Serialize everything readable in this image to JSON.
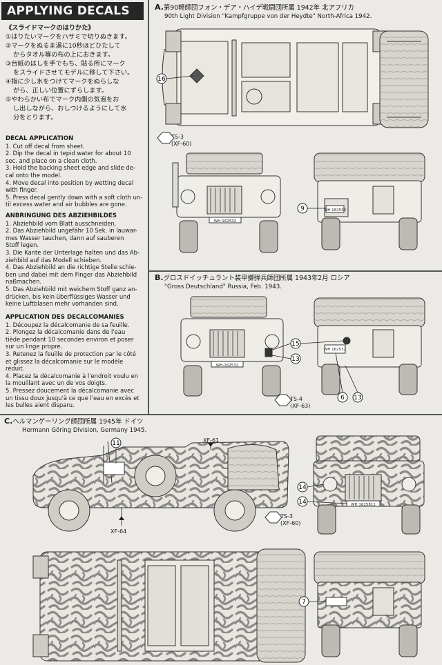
{
  "left": {
    "banner": "APPLYING DECALS",
    "jp": {
      "title": "《スライドマークのはりかた》",
      "lines": [
        "①はりたいマークをハサミで切りぬきます。",
        "②マークをぬるま湯に10秒ほどひたして",
        "からタオル等の布の上におきます。",
        "③台紙のはしを手でもち、貼る所にマーク",
        "をスライドさせてモデルに移して下さい。",
        "④指に少し水をつけてマークをぬらしな",
        "がら、正しい位置にずらします。",
        "⑤やわらかい布でマーク内側の気泡をお",
        "し出しながら、おしつけるようにして水",
        "分をとります。"
      ]
    },
    "en": {
      "title": "DECAL APPLICATION",
      "lines": [
        "1. Cut off decal from sheet.",
        "2. Dip the decal in tepid water for about 10",
        "sec. and place on a clean cloth.",
        "3. Hold the backing sheet edge and slide de-",
        "cal onto the model.",
        "4. Move decal into position by wetting decal",
        "with finger.",
        "5. Press decal gently down with a soft cloth un-",
        "til excess water and air bubbles are gone."
      ]
    },
    "de": {
      "title": "ANBRINGUNG DES ABZIEHBILDES",
      "lines": [
        "1. Abziehbild vom Blatt ausschneiden.",
        "2. Das Abziehbild ungefähr 10 Sek. in lauwar-",
        "mes Wasser tauchen, dann auf sauberen",
        "Stoff legen.",
        "3. Die Kante der Unterlage halten und das Ab-",
        "ziehbild auf das Modell schieben.",
        "4. Das Abziehbild an die richtige Stelle schie-",
        "ben und dabei mit dem Finger das Abziehbild",
        "naßmachen.",
        "5. Das Abziehbild mit weichem Stoff ganz an-",
        "drücken, bis kein überflüssiges Wasser und",
        "keine Luftblasen mehr vorhanden sind."
      ]
    },
    "fr": {
      "title": "APPLICATION DES DECALCOMANIES",
      "lines": [
        "1. Découpez la décalcomanie de sa feuille.",
        "2. Plongez la décalcomanie dans de l'eau",
        "tiède pendant 10 secondes environ et poser",
        "sur un linge propre.",
        "3. Retenez la feuille de protection par le côté",
        "et glissez la décalcomanie sur le modèle",
        "réduit.",
        "4. Placez la décalcomanie à l'endroit voulu en",
        "la mouillant avec un de vos doigts.",
        "5. Pressez doucement la décalcomanie avec",
        "un tissu doux jusqu'à ce que l'eau en excès et",
        "les bulles aient disparu."
      ]
    }
  },
  "sectionA": {
    "label": "A.",
    "jp": "第90軽師団フォン・デア・ハイデ戦闘団所属 1942年 北アフリカ",
    "en": "90th Light Division \"Kampfgruppe von der Heydte\" North-Africa 1942.",
    "color_code": "TS-3",
    "color_sub": "(XF-60)",
    "callout_top": "16",
    "callout_rear": "9",
    "plate_front": "WH-162532",
    "plate_rear": "WH 162532"
  },
  "sectionB": {
    "label": "B.",
    "jp": "グロスドイッチュラント装甲擲弾兵師団所属 1943年2月 ロシア",
    "en": "\"Gross Deutschland\" Russia, Feb. 1943.",
    "color_code": "TS-4",
    "color_sub": "(XF-63)",
    "callout_a": "15",
    "callout_b": "13",
    "callout_c": "6",
    "callout_d": "13",
    "plate_front": "WH-162532",
    "plate_rear": "WH 162532"
  },
  "sectionC": {
    "label": "C.",
    "jp": "ヘルマンゲーリング師団所属 1945年 ドイツ",
    "en": "Hermann Göring Division, Germany 1945.",
    "color_top": "XF-61",
    "color_bottom": "XF-64",
    "color_code": "TS-3",
    "color_sub": "(XF-60)",
    "callout_side": "11",
    "callout_front_a": "14",
    "callout_front_b": "14",
    "callout_rear": "7",
    "plate_front": "WH 1625811"
  }
}
